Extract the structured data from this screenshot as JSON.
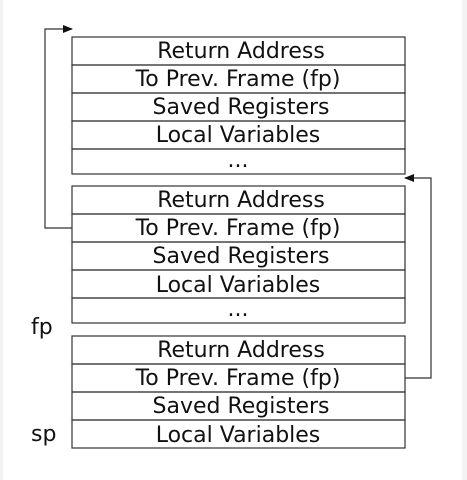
{
  "frames": [
    {
      "rows": [
        {
          "label": "Return Address"
        },
        {
          "label": "To Prev. Frame (fp)"
        },
        {
          "label": "Saved Registers"
        },
        {
          "label": "Local Variables"
        },
        {
          "label": "..."
        }
      ]
    },
    {
      "rows": [
        {
          "label": "Return Address"
        },
        {
          "label": "To Prev. Frame (fp)"
        },
        {
          "label": "Saved Registers"
        },
        {
          "label": "Local Variables"
        },
        {
          "label": "..."
        }
      ]
    },
    {
      "rows": [
        {
          "label": "Return Address"
        },
        {
          "label": "To Prev. Frame (fp)"
        },
        {
          "label": "Saved Registers"
        },
        {
          "label": "Local Variables"
        }
      ]
    }
  ],
  "pointers": {
    "fp": "fp",
    "sp": "sp"
  }
}
